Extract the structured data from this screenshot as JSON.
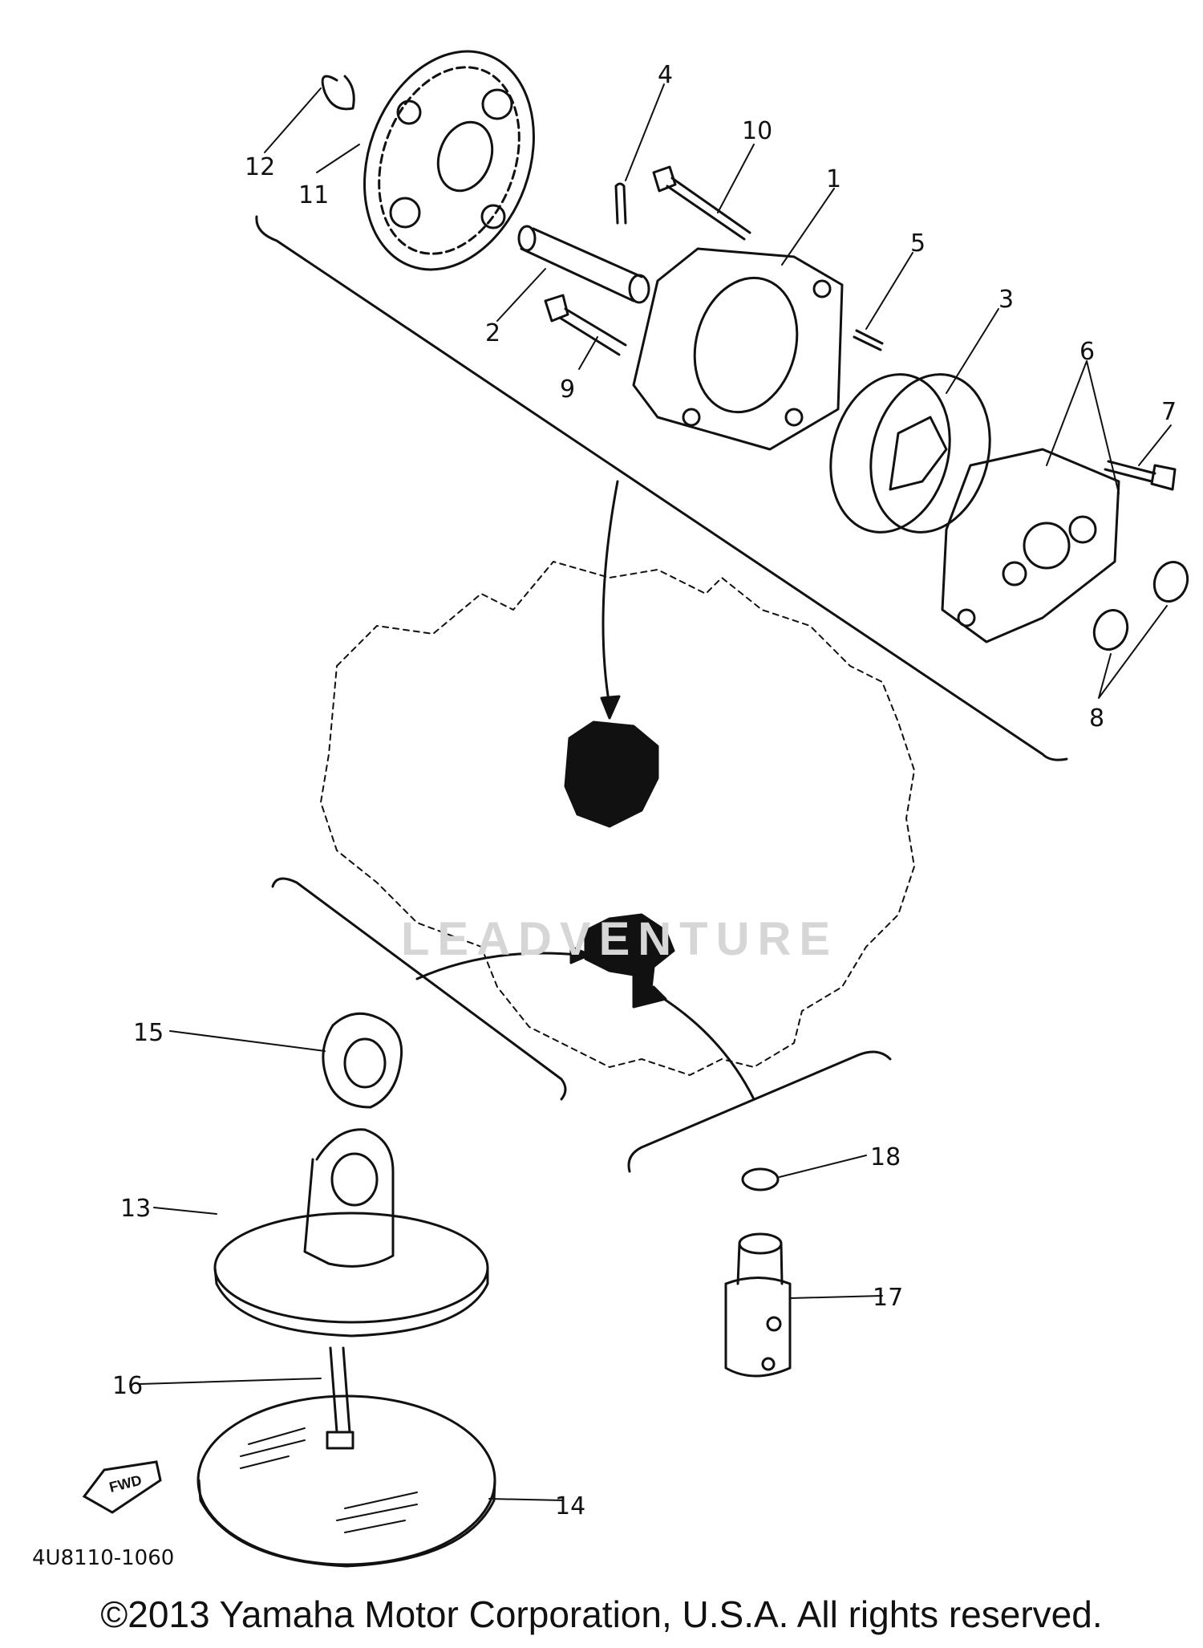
{
  "diagram": {
    "part_code": "4U8110-1060",
    "fwd_label": "FWD",
    "watermark": "LEADVENTURE",
    "copyright": "©2013 Yamaha Motor Corporation, U.S.A. All rights reserved."
  },
  "callouts": {
    "c1": "1",
    "c2": "2",
    "c3": "3",
    "c4": "4",
    "c5": "5",
    "c6": "6",
    "c7": "7",
    "c8": "8",
    "c9": "9",
    "c10": "10",
    "c11": "11",
    "c12": "12",
    "c13": "13",
    "c14": "14",
    "c15": "15",
    "c16": "16",
    "c17": "17",
    "c18": "18"
  }
}
